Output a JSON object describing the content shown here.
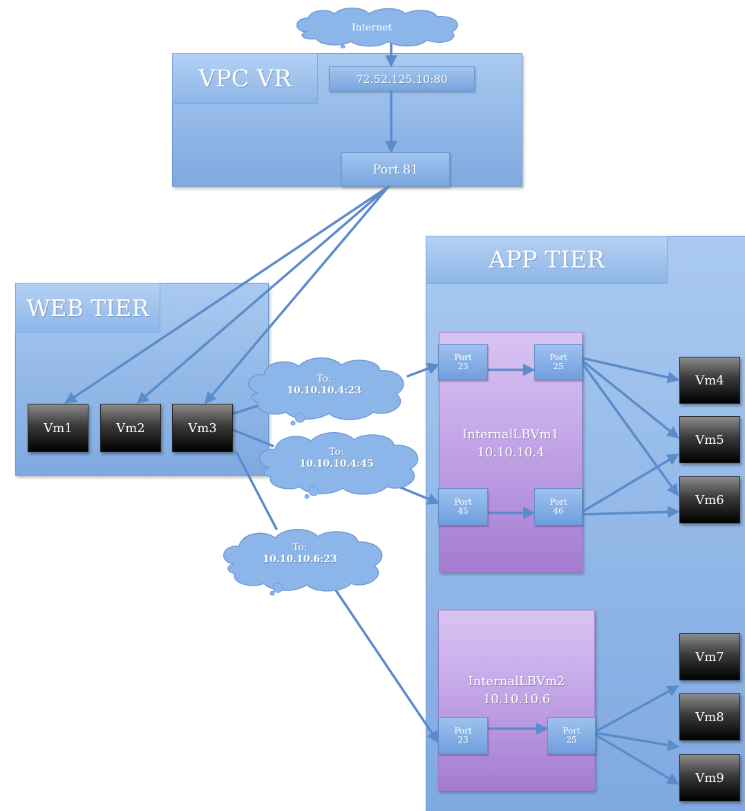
{
  "internet": {
    "label": "Internet"
  },
  "vpc_vr": {
    "title": "VPC VR",
    "public_ip": "72.52.125.10:80",
    "port": "Port 81"
  },
  "web_tier": {
    "title": "WEB TIER",
    "vms": [
      "Vm1",
      "Vm2",
      "Vm3"
    ]
  },
  "app_tier": {
    "title": "APP TIER",
    "lb1": {
      "name": "InternalLBVm1",
      "ip": "10.10.10.4",
      "ports": [
        "Port 23",
        "Port 25",
        "Port 45",
        "Port 46"
      ]
    },
    "lb2": {
      "name": "InternalLBVm2",
      "ip": "10.10.10.6",
      "ports": [
        "Port 23",
        "Port 25"
      ]
    },
    "vms": [
      "Vm4",
      "Vm5",
      "Vm6",
      "Vm7",
      "Vm8",
      "Vm9"
    ]
  },
  "clouds": [
    {
      "prefix": "To:",
      "target": "10.10.10.4:23"
    },
    {
      "prefix": "To:",
      "target": "10.10.10.4:45"
    },
    {
      "prefix": "To:",
      "target": "10.10.10.6:23"
    }
  ],
  "colors": {
    "tier_blue": "#8fb5e8",
    "lb_purple": "#c3a6e8",
    "connector": "#5a8ccc",
    "vm_black": "#1a1a1a"
  }
}
